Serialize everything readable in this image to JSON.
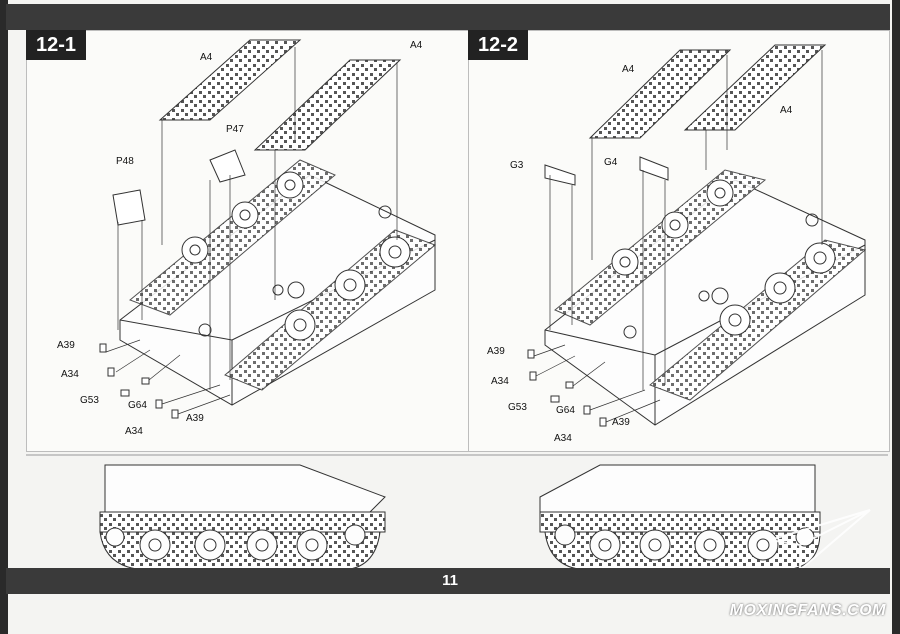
{
  "page_number": "11",
  "watermark": "MOXINGFANS.COM",
  "steps": {
    "left": {
      "title": "12-1",
      "labels": {
        "a4_left": "A4",
        "a4_right": "A4",
        "p47": "P47",
        "p48": "P48",
        "a39_top": "A39",
        "a34_top": "A34",
        "g53": "G53",
        "g64": "G64",
        "a34_bottom": "A34",
        "a39_bottom": "A39"
      }
    },
    "right": {
      "title": "12-2",
      "labels": {
        "a4_left": "A4",
        "a4_right": "A4",
        "g3": "G3",
        "g4": "G4",
        "a39_top": "A39",
        "a34_top": "A34",
        "g53": "G53",
        "g64": "G64",
        "a34_bottom": "A34",
        "a39_bottom": "A39"
      }
    }
  },
  "colors": {
    "header_bar": "#3a3a3a",
    "step_badge": "#222222",
    "line_art": "#333333"
  }
}
